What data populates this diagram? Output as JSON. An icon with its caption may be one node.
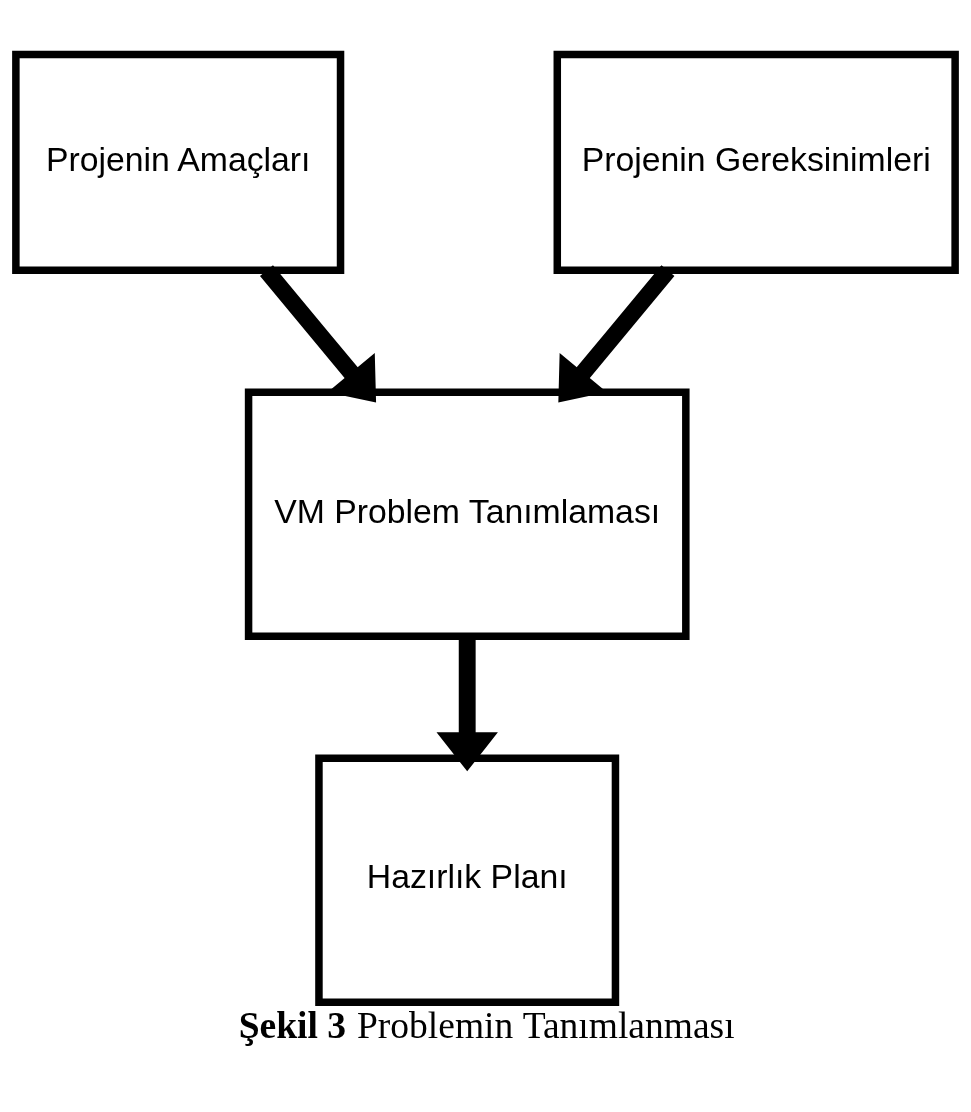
{
  "diagram": {
    "caption": "**Şekil 3** Problemin Tanımlanması",
    "nodes": [
      {
        "text": [
          "Projenin Amaçları"
        ]
      },
      {
        "text": [
          "Projenin Gereksinimleri"
        ]
      },
      {
        "text": [
          "VM Problem Tanımlaması"
        ]
      },
      {
        "text": [
          "Hazırlık Planı"
        ]
      }
    ],
    "edges": [
      {
        "from": 0,
        "to": 2,
        "arrow": "to"
      },
      {
        "from": 1,
        "to": 2,
        "arrow": "to"
      },
      {
        "from": 2,
        "to": 3,
        "arrow": "to"
      }
    ]
  }
}
